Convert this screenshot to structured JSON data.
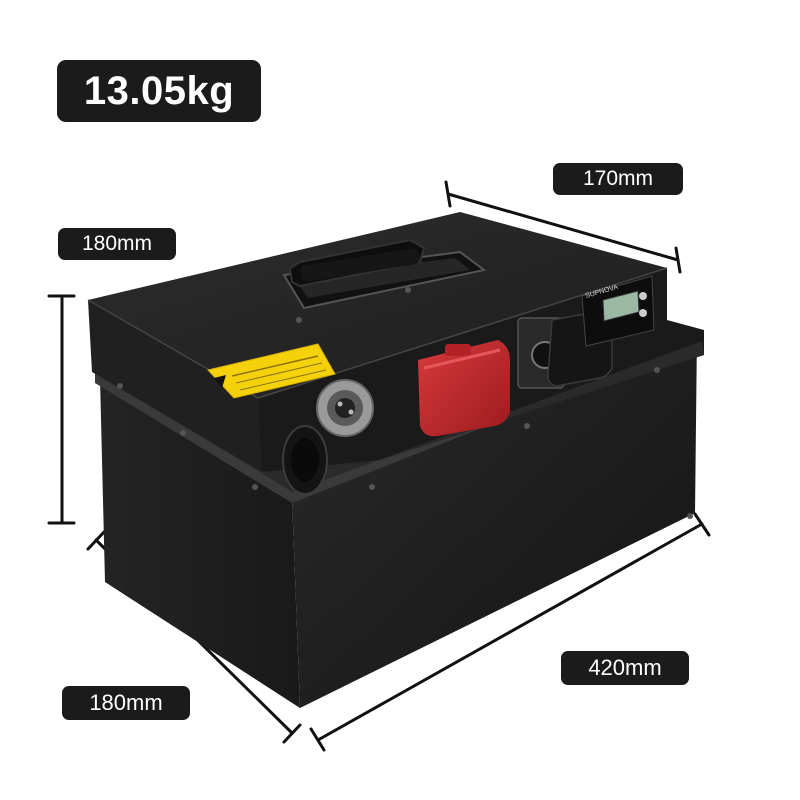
{
  "product": {
    "weight": "13.05kg",
    "dimensions": {
      "top_depth": "170mm",
      "height": "180mm",
      "front_length": "420mm",
      "side_depth": "180mm"
    },
    "meter_brand": "SUPNOVA",
    "colors": {
      "case": "#1c1c1c",
      "label_bg": "#1b1b1b",
      "positive_terminal": "#c8262a",
      "negative_terminal": "#1a1a1a",
      "warning_label": "#f4d10a"
    }
  }
}
